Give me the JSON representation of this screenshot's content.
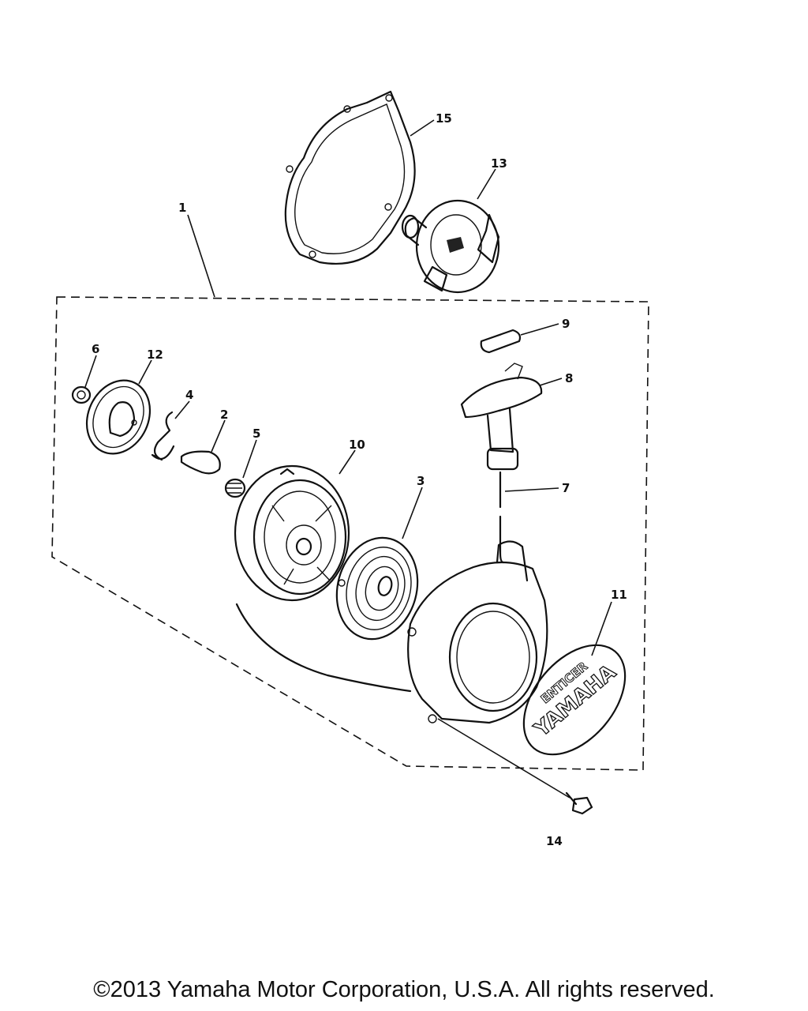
{
  "callouts": {
    "c1": "1",
    "c2": "2",
    "c3": "3",
    "c4": "4",
    "c5": "5",
    "c6": "6",
    "c7": "7",
    "c8": "8",
    "c9": "9",
    "c10": "10",
    "c11": "11",
    "c12": "12",
    "c13": "13",
    "c14": "14",
    "c15": "15"
  },
  "emblem": {
    "brand": "YAMAHA",
    "model": "ENTICER"
  },
  "footer": {
    "copyright": "©2013 Yamaha Motor Corporation, U.S.A. All rights reserved."
  }
}
